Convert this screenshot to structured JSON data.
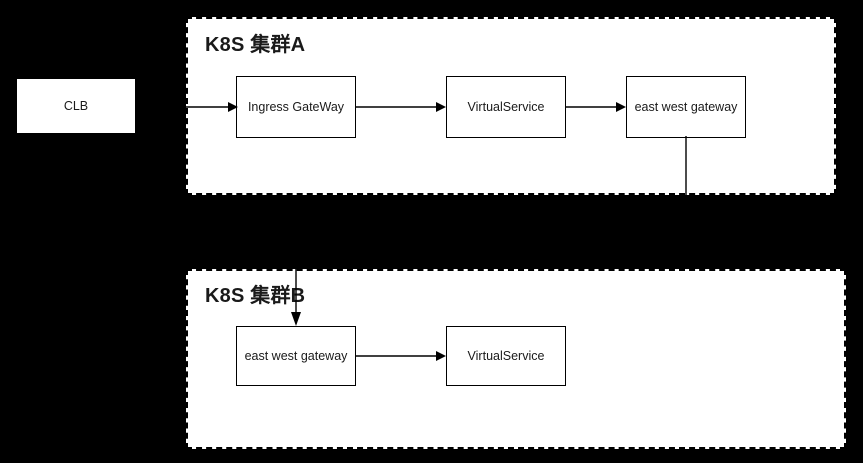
{
  "diagram": {
    "background_color": "#000000",
    "panel_color": "#ffffff",
    "line_color": "#000000",
    "text_color": "#1a1a1a",
    "clusters": [
      {
        "id": "cluster-a",
        "title": "K8S 集群A",
        "nodes": [
          {
            "id": "ingress-gateway-a",
            "label": "Ingress GateWay"
          },
          {
            "id": "virtualservice-a",
            "label": "VirtualService"
          },
          {
            "id": "east-west-gateway-a",
            "label": "east west gateway"
          }
        ]
      },
      {
        "id": "cluster-b",
        "title": "K8S 集群B",
        "nodes": [
          {
            "id": "east-west-gateway-b",
            "label": "east west gateway"
          },
          {
            "id": "virtualservice-b",
            "label": "VirtualService"
          }
        ]
      }
    ],
    "external_nodes": [
      {
        "id": "clb",
        "label": "CLB"
      }
    ],
    "edges": [
      {
        "id": "edge-clb-to-ingress",
        "from": "clb",
        "to": "ingress-gateway-a",
        "arrow": true
      },
      {
        "id": "edge-ingress-to-vs-a",
        "from": "ingress-gateway-a",
        "to": "virtualservice-a",
        "arrow": true
      },
      {
        "id": "edge-vs-a-to-ewg-a",
        "from": "virtualservice-a",
        "to": "east-west-gateway-a",
        "arrow": true
      },
      {
        "id": "edge-ewg-a-to-ewg-b",
        "from": "east-west-gateway-a",
        "to": "east-west-gateway-b",
        "arrow": true
      },
      {
        "id": "edge-ewg-b-to-vs-b",
        "from": "east-west-gateway-b",
        "to": "virtualservice-b",
        "arrow": true
      }
    ]
  }
}
